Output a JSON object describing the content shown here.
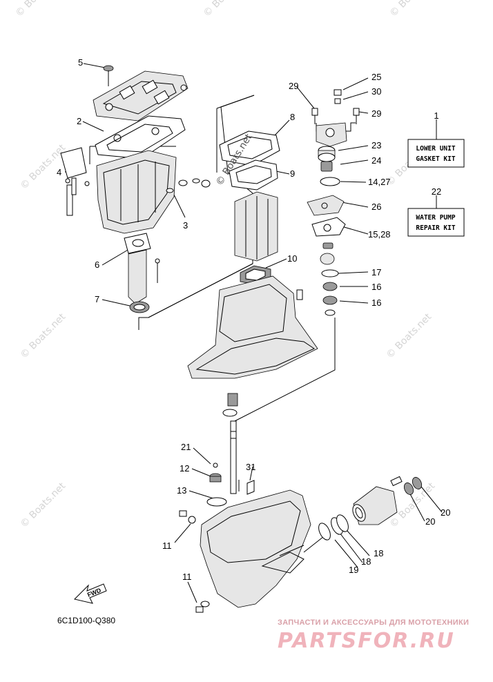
{
  "diagram": {
    "code": "6C1D100-Q380",
    "fwd_label": "FWD",
    "kits": {
      "lower_unit": {
        "number": "1",
        "line1": "LOWER UNIT",
        "line2": "GASKET KIT"
      },
      "water_pump": {
        "number": "22",
        "line1": "WATER PUMP",
        "line2": "REPAIR KIT"
      }
    },
    "callouts": {
      "c5": "5",
      "c2": "2",
      "c4": "4",
      "c3": "3",
      "c6": "6",
      "c7": "7",
      "c29a": "29",
      "c25": "25",
      "c30": "30",
      "c29b": "29",
      "c8": "8",
      "c23": "23",
      "c24": "24",
      "c9": "9",
      "c14_27": "14,27",
      "c26": "26",
      "c15_28": "15,28",
      "c10": "10",
      "c17": "17",
      "c16a": "16",
      "c16b": "16",
      "c21": "21",
      "c12": "12",
      "c31": "31",
      "c13": "13",
      "c11a": "11",
      "c11b": "11",
      "c19": "19",
      "c18a": "18",
      "c18b": "18",
      "c20a": "20",
      "c20b": "20"
    }
  },
  "watermark": {
    "text": "© Boats.net",
    "stamp": "© Boats.net"
  },
  "branding": {
    "tagline": "ЗАПЧАСТИ И АКСЕССУАРЫ ДЛЯ МОТОТЕХНИКИ",
    "logo": "PARTSFOR.RU"
  }
}
